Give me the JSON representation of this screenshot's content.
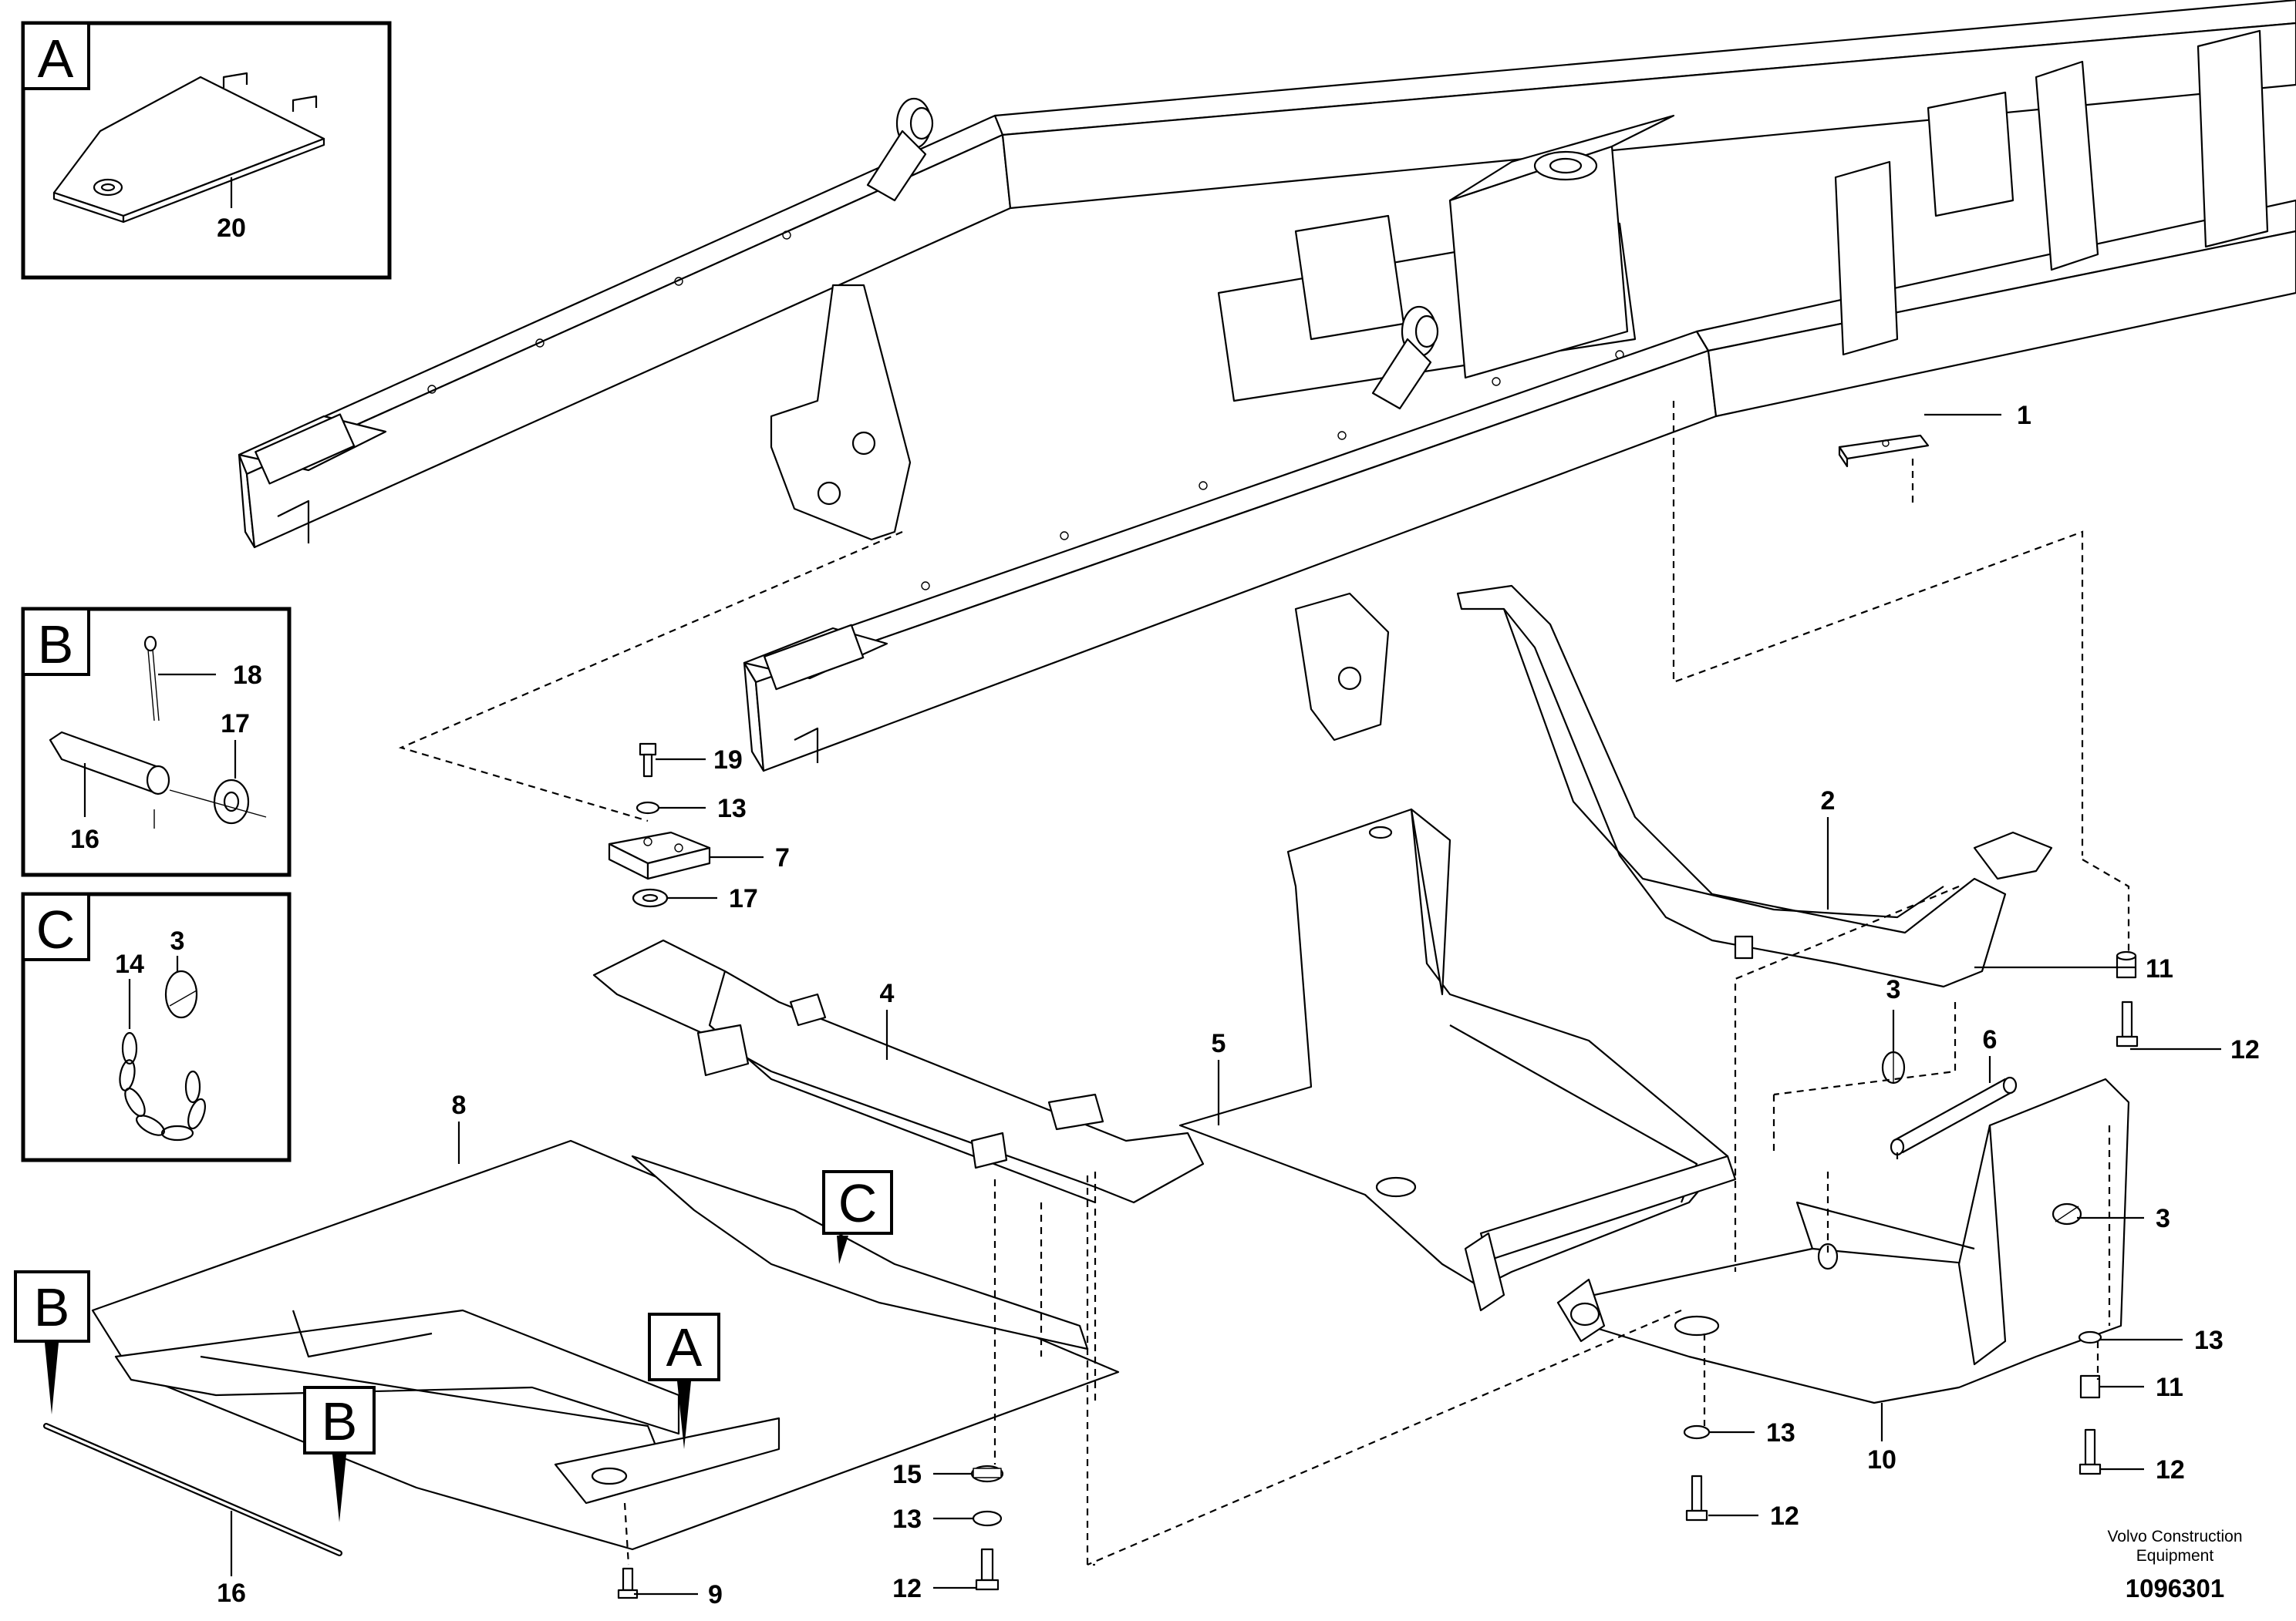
{
  "insets": {
    "A": {
      "letter": "A",
      "parts": [
        "20"
      ]
    },
    "B": {
      "letter": "B",
      "parts": [
        "18",
        "17",
        "16"
      ]
    },
    "C": {
      "letter": "C",
      "parts": [
        "14",
        "3"
      ]
    }
  },
  "view_markers": {
    "A": "A",
    "B_left": "B",
    "B_mid": "B",
    "C": "C"
  },
  "callouts": {
    "p1": "1",
    "p2": "2",
    "p3a": "3",
    "p3b": "3",
    "p4": "4",
    "p5": "5",
    "p6": "6",
    "p7": "7",
    "p8": "8",
    "p9": "9",
    "p10": "10",
    "p11a": "11",
    "p11b": "11",
    "p12a": "12",
    "p12b": "12",
    "p12c": "12",
    "p12d": "12",
    "p13a": "13",
    "p13b": "13",
    "p13c": "13",
    "p13d": "13",
    "p15": "15",
    "p16": "16",
    "p17": "17",
    "p19": "19"
  },
  "footer": {
    "company_line1": "Volvo Construction",
    "company_line2": "Equipment",
    "doc_number": "1096301"
  }
}
